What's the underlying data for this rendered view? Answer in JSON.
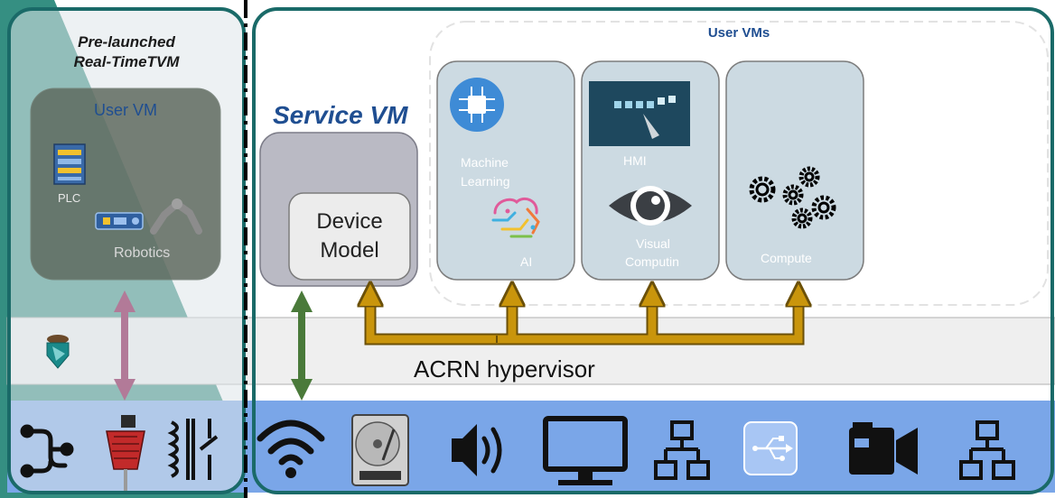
{
  "left_partition": {
    "title_line1": "Pre-launched",
    "title_line2": "Real-TimeTVM",
    "user_vm_label": "User VM",
    "plc_label": "PLC",
    "robotics_label": "Robotics"
  },
  "service_vm": {
    "title": "Service VM",
    "device_model_line1": "Device",
    "device_model_line2": "Model"
  },
  "user_vms": {
    "title": "User VMs",
    "tiles": {
      "ml_line1": "Machine",
      "ml_line2": "Learning",
      "ai": "AI",
      "hmi": "HMI",
      "visual_line1": "Visual",
      "visual_line2": "Computin",
      "compute": "Compute"
    }
  },
  "hypervisor": {
    "label": "ACRN hypervisor"
  },
  "colors": {
    "teal_border": "#1a6a68",
    "device_bar": "#7aa6e8",
    "hypervisor_band": "#efefef",
    "yellow_arrow": "#c9950c",
    "green_arrow": "#4a7a3a",
    "pink_arrow": "#b27a98",
    "service_title": "#1f4e91"
  }
}
